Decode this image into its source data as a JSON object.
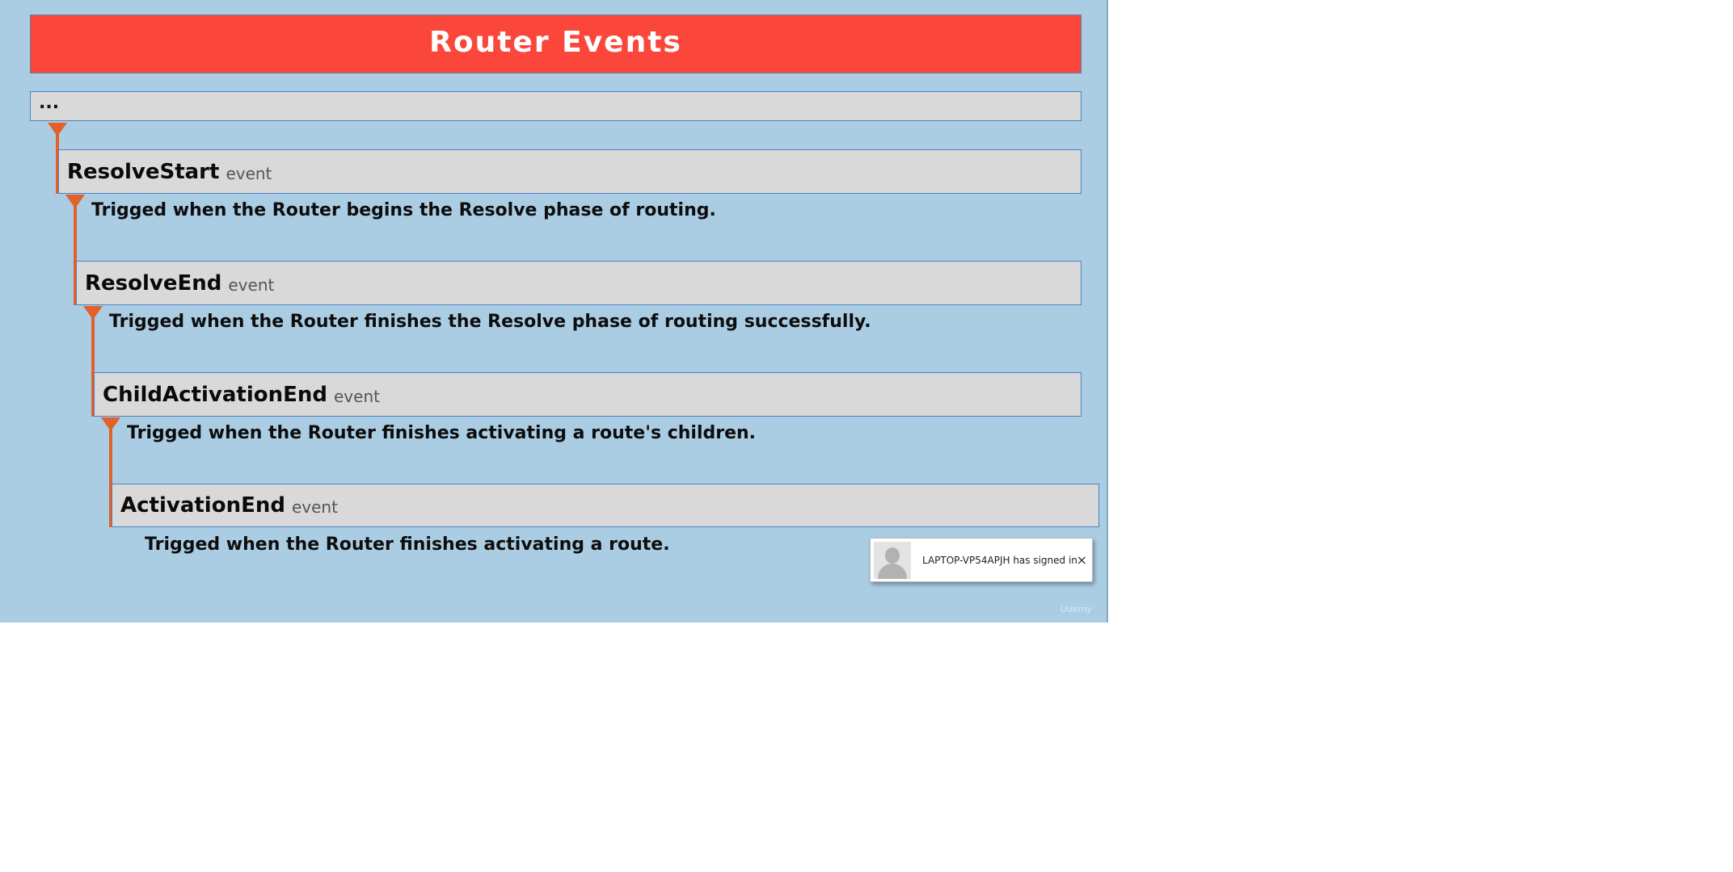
{
  "slide": {
    "title": "Router Events",
    "ellipsis": "...",
    "events": [
      {
        "name": "ResolveStart",
        "type": "event",
        "description": "Trigged when the Router begins the Resolve phase of routing."
      },
      {
        "name": "ResolveEnd",
        "type": "event",
        "description": "Trigged when the Router finishes the Resolve phase of routing successfully."
      },
      {
        "name": "ChildActivationEnd",
        "type": "event",
        "description": "Trigged when the Router finishes activating a route's children."
      },
      {
        "name": "ActivationEnd",
        "type": "event",
        "description": "Trigged when the Router finishes activating a route."
      }
    ],
    "watermark": "Udemy"
  },
  "notification": {
    "text": "LAPTOP-VP54APJH has signed in",
    "close_glyph": "×",
    "avatar_icon": "user-silhouette-icon"
  },
  "colors": {
    "background": "#abcde3",
    "title_bar": "#fb473b",
    "box": "#d9d9d9",
    "connector": "#e2602a"
  }
}
